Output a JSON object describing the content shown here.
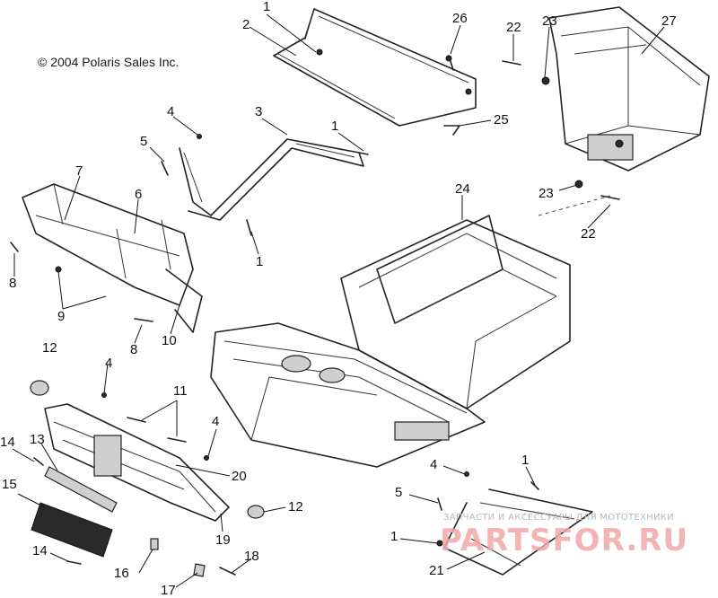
{
  "copyright": "© 2004 Polaris Sales Inc.",
  "watermark": {
    "line1": "ЗАПЧАСТИ И АКСЕССУАРЫ ДЛЯ МОТОТЕХНИКИ",
    "line2": "PARTSFOR.RU",
    "color": "#f2a7a7"
  },
  "callouts": {
    "c1a": "1",
    "c2": "2",
    "c26": "26",
    "c22a": "22",
    "c23a": "23",
    "c27": "27",
    "c4a": "4",
    "c3": "3",
    "c1b": "1",
    "c25": "25",
    "c5a": "5",
    "c7": "7",
    "c6": "6",
    "c1c": "1",
    "c24": "24",
    "c23b": "23",
    "c22b": "22",
    "c8a": "8",
    "c9": "9",
    "c8b": "8",
    "c10": "10",
    "c12a": "12",
    "c4b": "4",
    "c11": "11",
    "c4c": "4",
    "c14a": "14",
    "c13": "13",
    "c20": "20",
    "c15": "15",
    "c19": "19",
    "c12b": "12",
    "c4d": "4",
    "c1d": "1",
    "c5b": "5",
    "c14b": "14",
    "c16": "16",
    "c18": "18",
    "c17": "17",
    "c1e": "1",
    "c21": "21"
  }
}
